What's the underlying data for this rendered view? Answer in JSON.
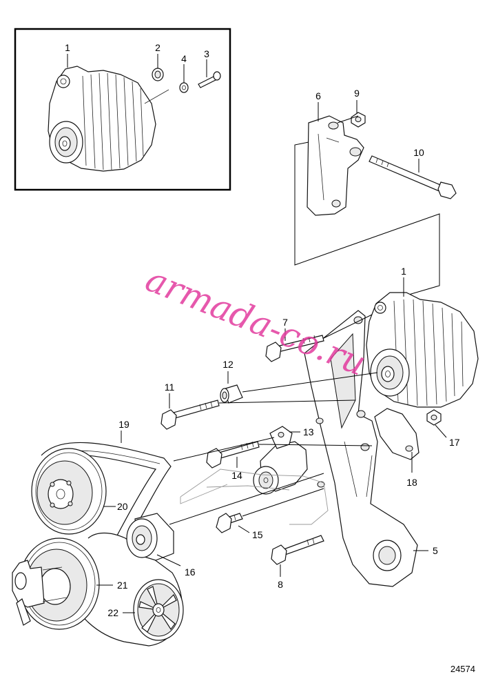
{
  "diagram": {
    "callouts": {
      "c1_inset": "1",
      "c2": "2",
      "c3": "3",
      "c4": "4",
      "c6": "6",
      "c9": "9",
      "c10": "10",
      "c1_main": "1",
      "c7": "7",
      "c12": "12",
      "c11": "11",
      "c19": "19",
      "c13": "13",
      "c17": "17",
      "c14": "14",
      "c18": "18",
      "c20": "20",
      "c15": "15",
      "c5": "5",
      "c16": "16",
      "c8": "8",
      "c21": "21",
      "c22": "22"
    },
    "watermark": "armada-co.ru",
    "reference_number": "24574"
  }
}
